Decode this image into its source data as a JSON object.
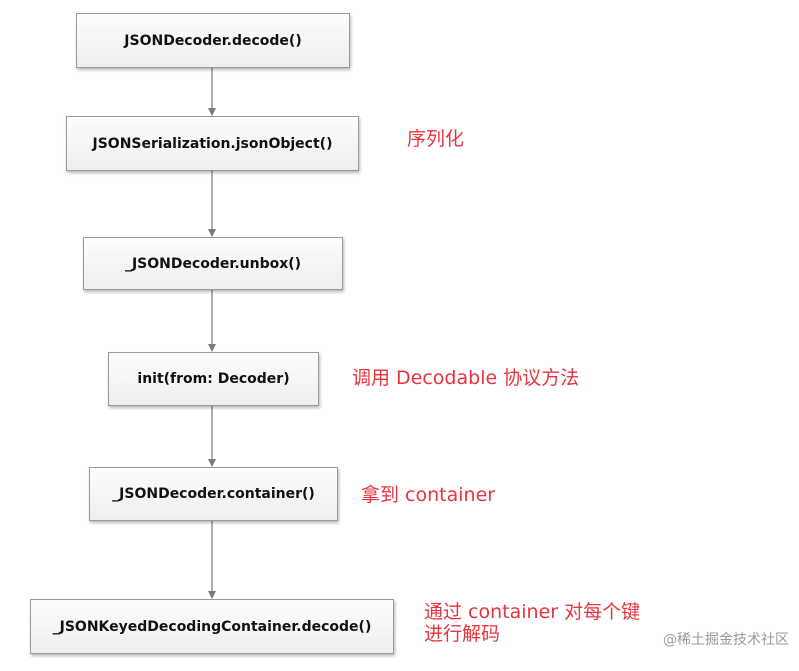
{
  "nodes": {
    "decode": "JSONDecoder.decode()",
    "serialization": "JSONSerialization.jsonObject()",
    "unbox": "_JSONDecoder.unbox()",
    "init": "init(from: Decoder)",
    "container": "_JSONDecoder.container()",
    "keyed_decode": "_JSONKeyedDecodingContainer.decode()"
  },
  "notes": {
    "serialization": "序列化",
    "init": "调用 Decodable 协议方法",
    "container": "拿到 container",
    "keyed_decode_line1": "通过 container 对每个键",
    "keyed_decode_line2": "进行解码"
  },
  "watermark": "@稀土掘金技术社区",
  "colors": {
    "note_text": "#e8343f",
    "node_border": "#9a9a9a",
    "connector": "#7a7a7a"
  }
}
